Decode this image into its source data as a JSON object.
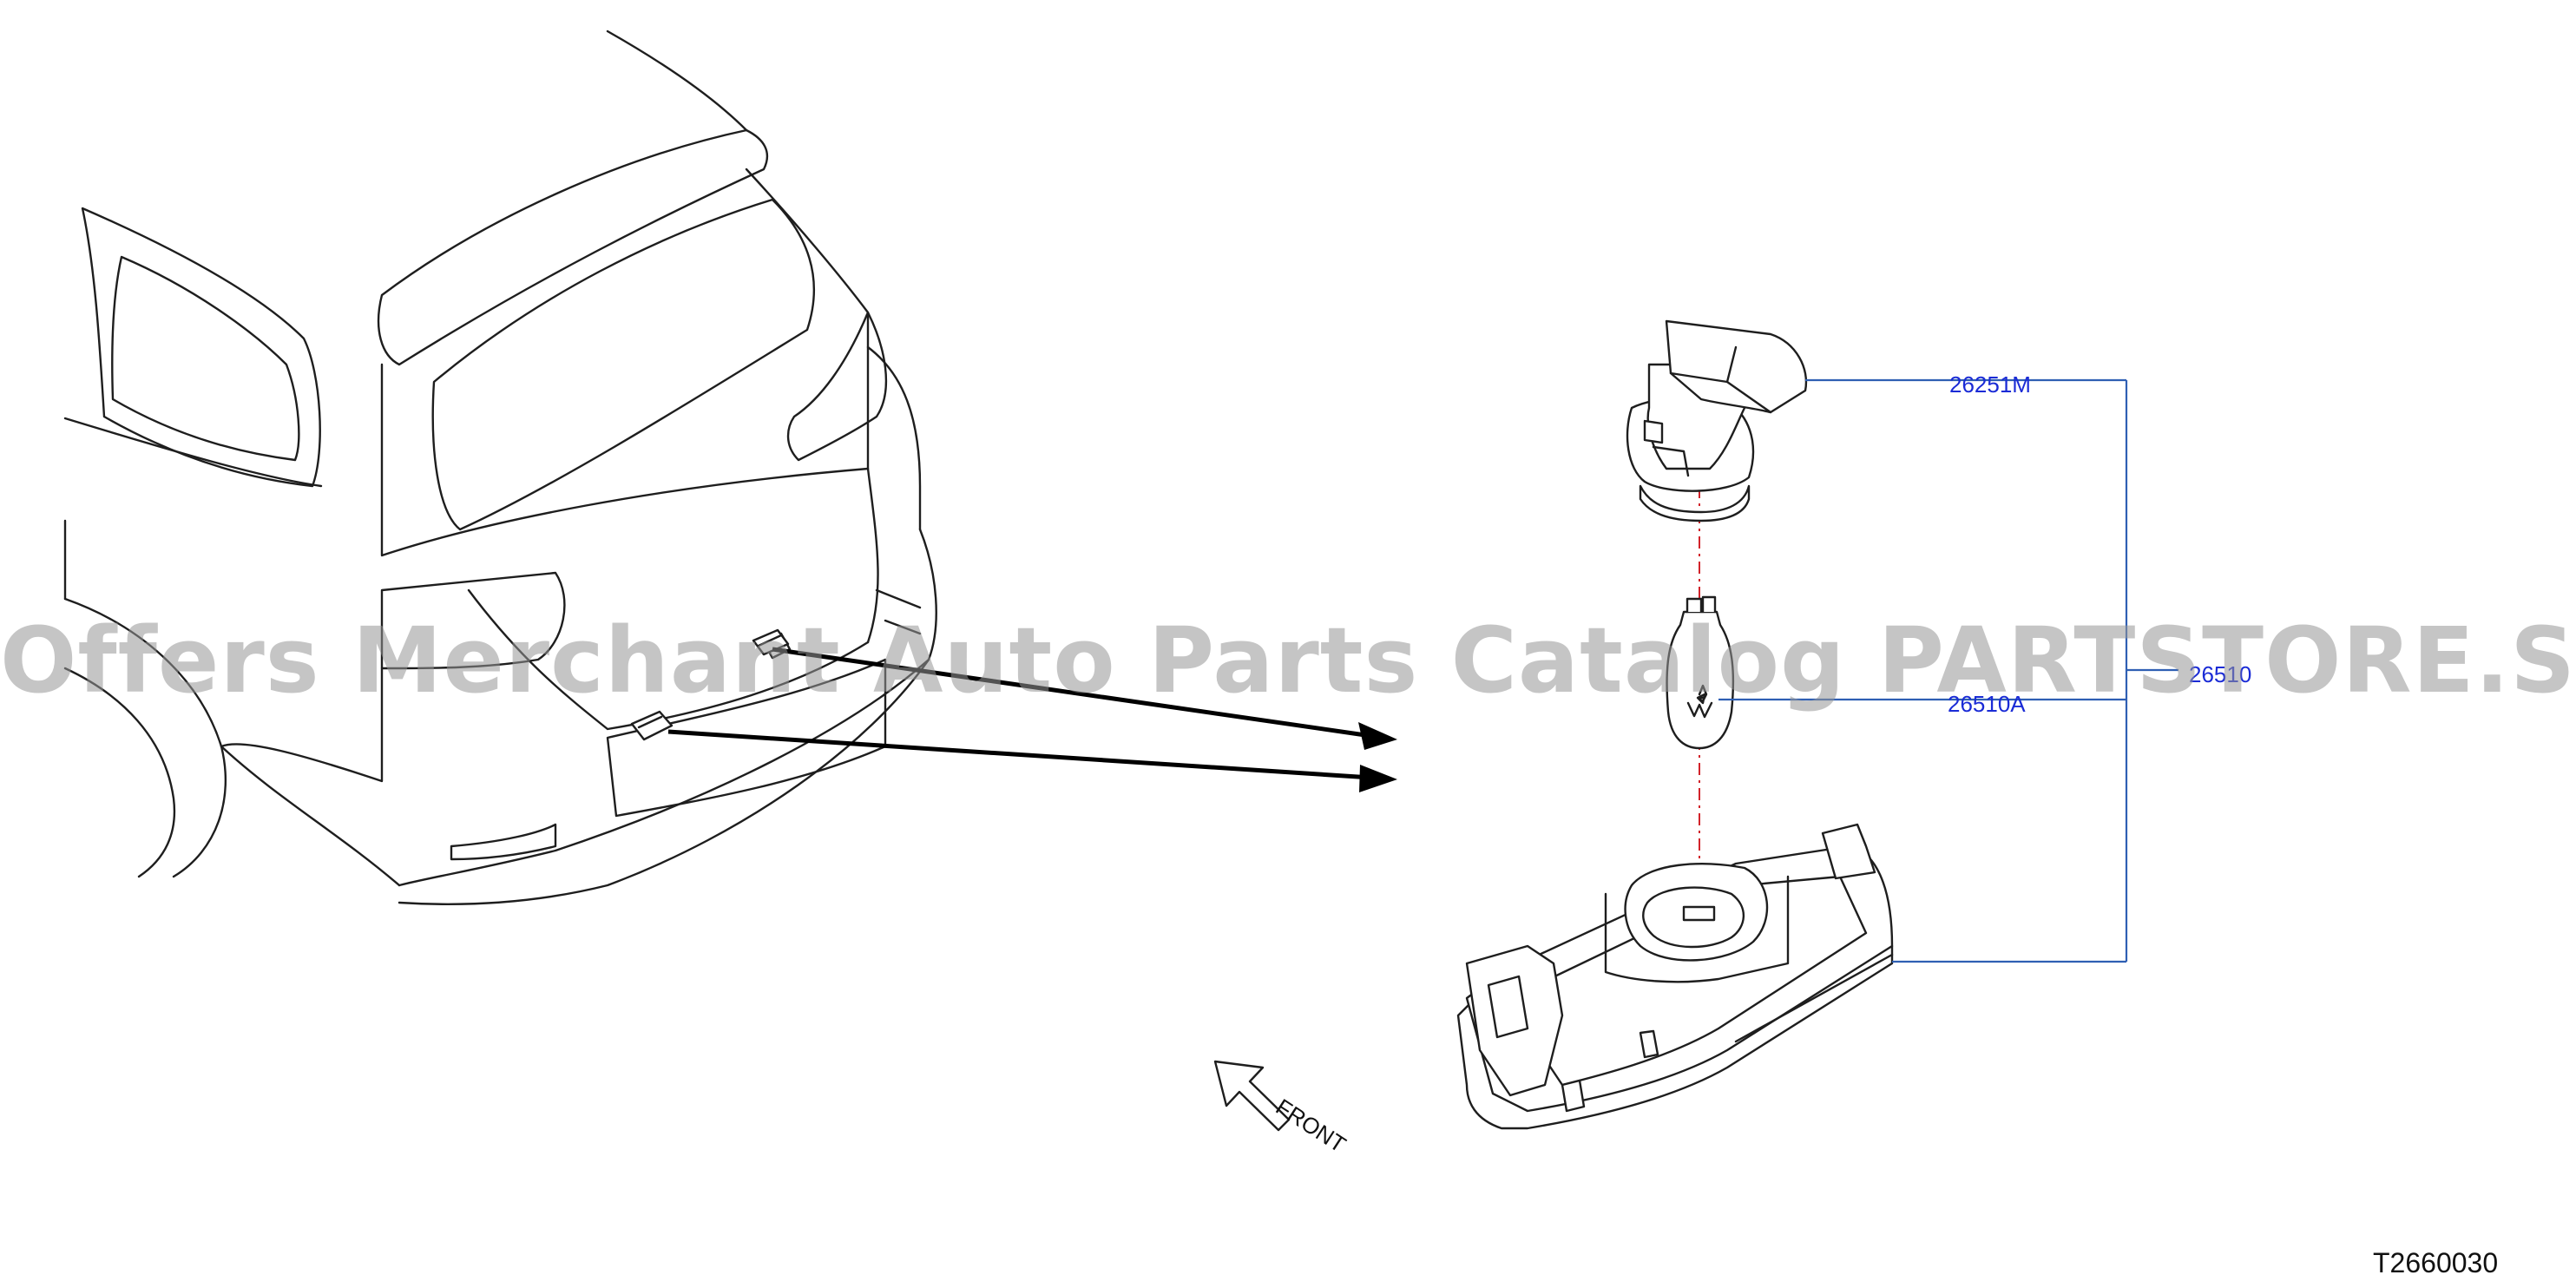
{
  "callouts": {
    "part_a": "26251M",
    "part_b": "26510A",
    "part_c": "26510",
    "front": "FRONT"
  },
  "reference_code": "T2660030",
  "watermark": "Offers Merchant Auto Parts Catalog PARTSTORE.SA",
  "colors": {
    "leader": "#2f5fb3",
    "callout_text": "#1a2bd6",
    "centerline": "#d2232a",
    "watermark": "#969696"
  }
}
